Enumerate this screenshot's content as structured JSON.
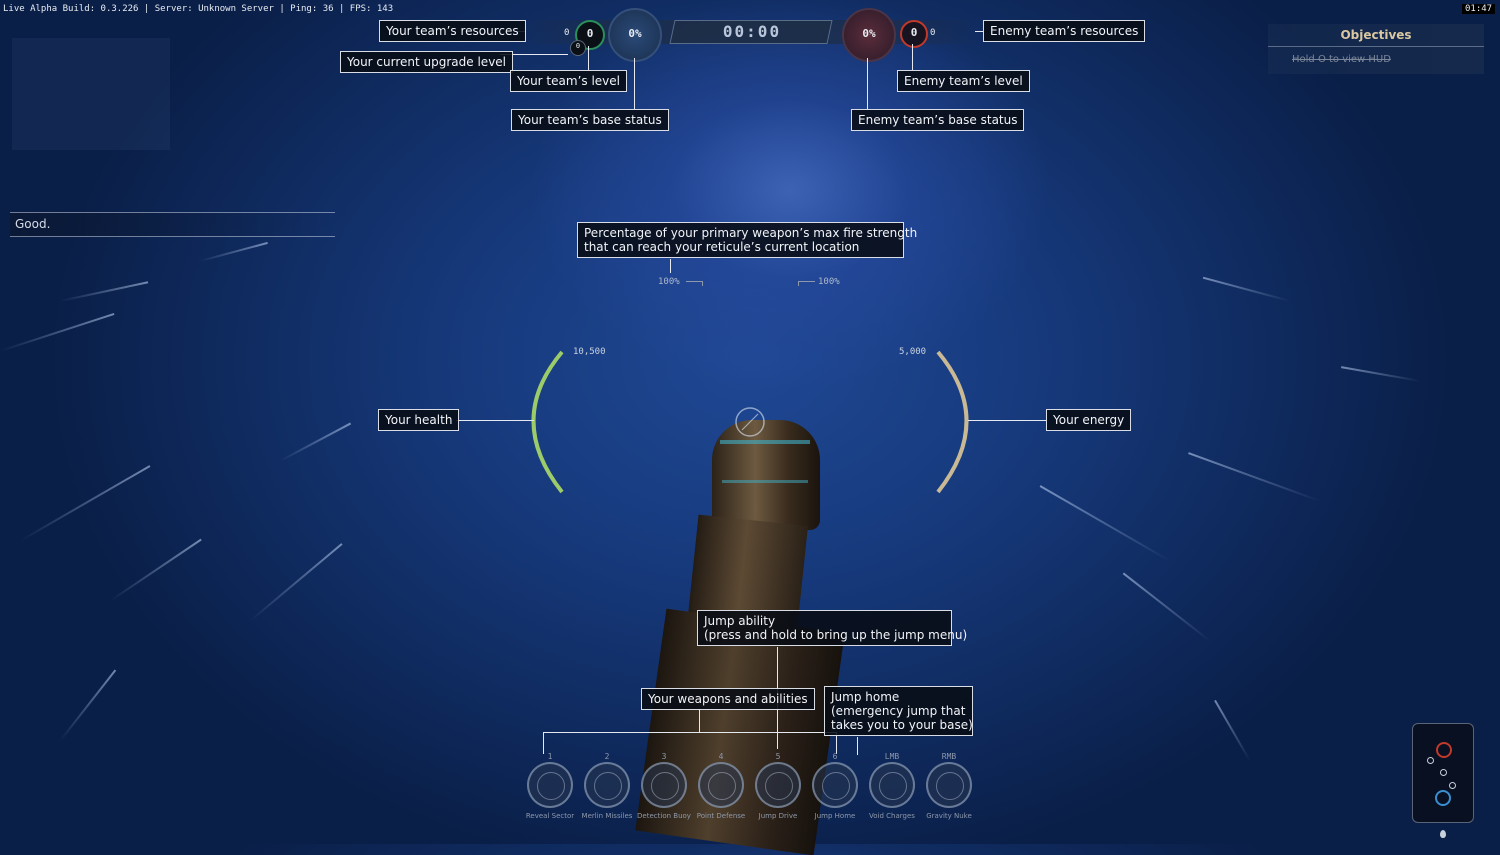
{
  "top_status": "Live Alpha Build: 0.3.226 | Server: Unknown Server | Ping: 36 | FPS: 143",
  "clock": "01:47",
  "match_timer": "00:00",
  "team": {
    "resources": "0",
    "upgrade_level": "0",
    "level": "0",
    "base_status": "0%",
    "color": "#2a8f5a"
  },
  "enemy": {
    "resources": "0",
    "level": "0",
    "base_status": "0%",
    "color": "#c0392b"
  },
  "objectives": {
    "title": "Objectives",
    "hint": "Hold O to view HUD"
  },
  "chat_message": "Good.",
  "weapon_reach": {
    "left_pct": "100%",
    "right_pct": "100%"
  },
  "health": {
    "value": "10,500",
    "color": "#9ccb6a"
  },
  "energy": {
    "value": "5,000",
    "color": "#c9b994"
  },
  "callouts": {
    "team_resources": "Your team’s resources",
    "upgrade_level": "Your current upgrade level",
    "team_level": "Your team’s level",
    "team_base": "Your team’s base status",
    "enemy_resources": "Enemy team’s resources",
    "enemy_level": "Enemy team’s level",
    "enemy_base": "Enemy team’s base status",
    "weapon_pct_line1": "Percentage of your primary weapon’s max fire strength",
    "weapon_pct_line2": "that can reach your reticule’s current location",
    "health": "Your health",
    "energy": "Your energy",
    "jump_line1": "Jump ability",
    "jump_line2": "(press and hold to bring up the jump menu)",
    "weapons": "Your weapons and abilities",
    "jump_home_line1": "Jump home",
    "jump_home_line2": "(emergency jump that",
    "jump_home_line3": "takes you to your base)"
  },
  "abilities": [
    {
      "key": "1",
      "name": "Reveal Sector",
      "icon": "radar-icon"
    },
    {
      "key": "2",
      "name": "Merlin Missiles",
      "icon": "missiles-icon"
    },
    {
      "key": "3",
      "name": "Detection Buoy",
      "icon": "buoy-icon"
    },
    {
      "key": "4",
      "name": "Point Defense",
      "icon": "shield-icon"
    },
    {
      "key": "5",
      "name": "Jump Drive",
      "icon": "jump-icon"
    },
    {
      "key": "6",
      "name": "Jump Home",
      "icon": "home-jump-icon"
    },
    {
      "key": "LMB",
      "name": "Void Charges",
      "icon": "charge-icon"
    },
    {
      "key": "RMB",
      "name": "Gravity Nuke",
      "icon": "nuke-icon"
    }
  ]
}
